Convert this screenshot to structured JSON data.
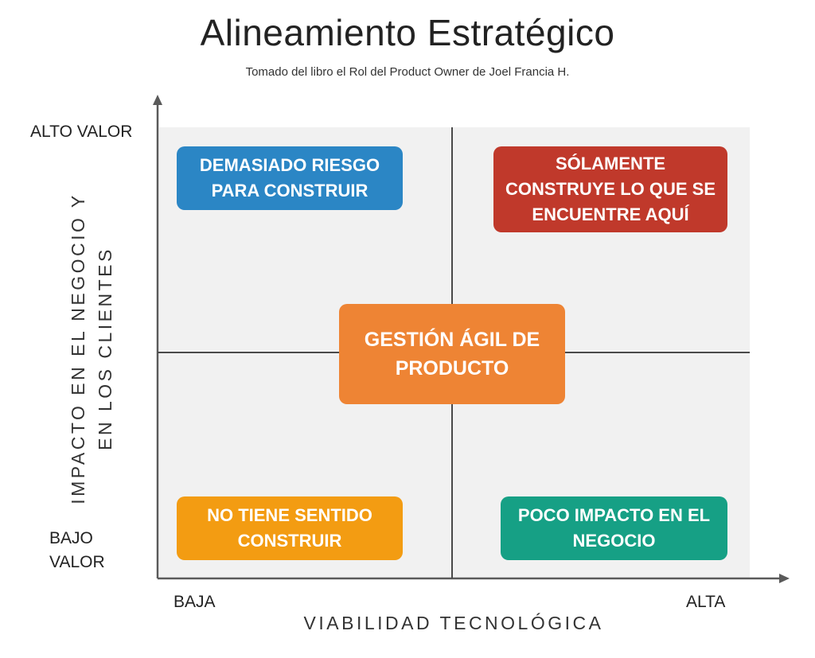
{
  "title": "Alineamiento Estratégico",
  "subtitle": "Tomado del libro el Rol del Product Owner de Joel Francia H.",
  "axes": {
    "y_title": "IMPACTO EN EL NEGOCIO Y EN LOS CLIENTES",
    "y_top": "ALTO VALOR",
    "y_bottom": "BAJO VALOR",
    "x_title": "VIABILIDAD TECNOLÓGICA",
    "x_left": "BAJA",
    "x_right": "ALTA"
  },
  "quadrants": {
    "top_left": "DEMASIADO RIESGO PARA CONSTRUIR",
    "top_right": "SÓLAMENTE CONSTRUYE LO QUE SE ENCUENTRE AQUÍ",
    "center": "GESTIÓN ÁGIL DE PRODUCTO",
    "bottom_left": "NO TIENE SENTIDO CONSTRUIR",
    "bottom_right": "POCO IMPACTO EN EL NEGOCIO"
  },
  "colors": {
    "top_left": "#2b86c5",
    "top_right": "#c0392b",
    "center": "#ee8434",
    "bottom_left": "#f39c12",
    "bottom_right": "#16a085",
    "plot_background": "#f1f1f1"
  }
}
